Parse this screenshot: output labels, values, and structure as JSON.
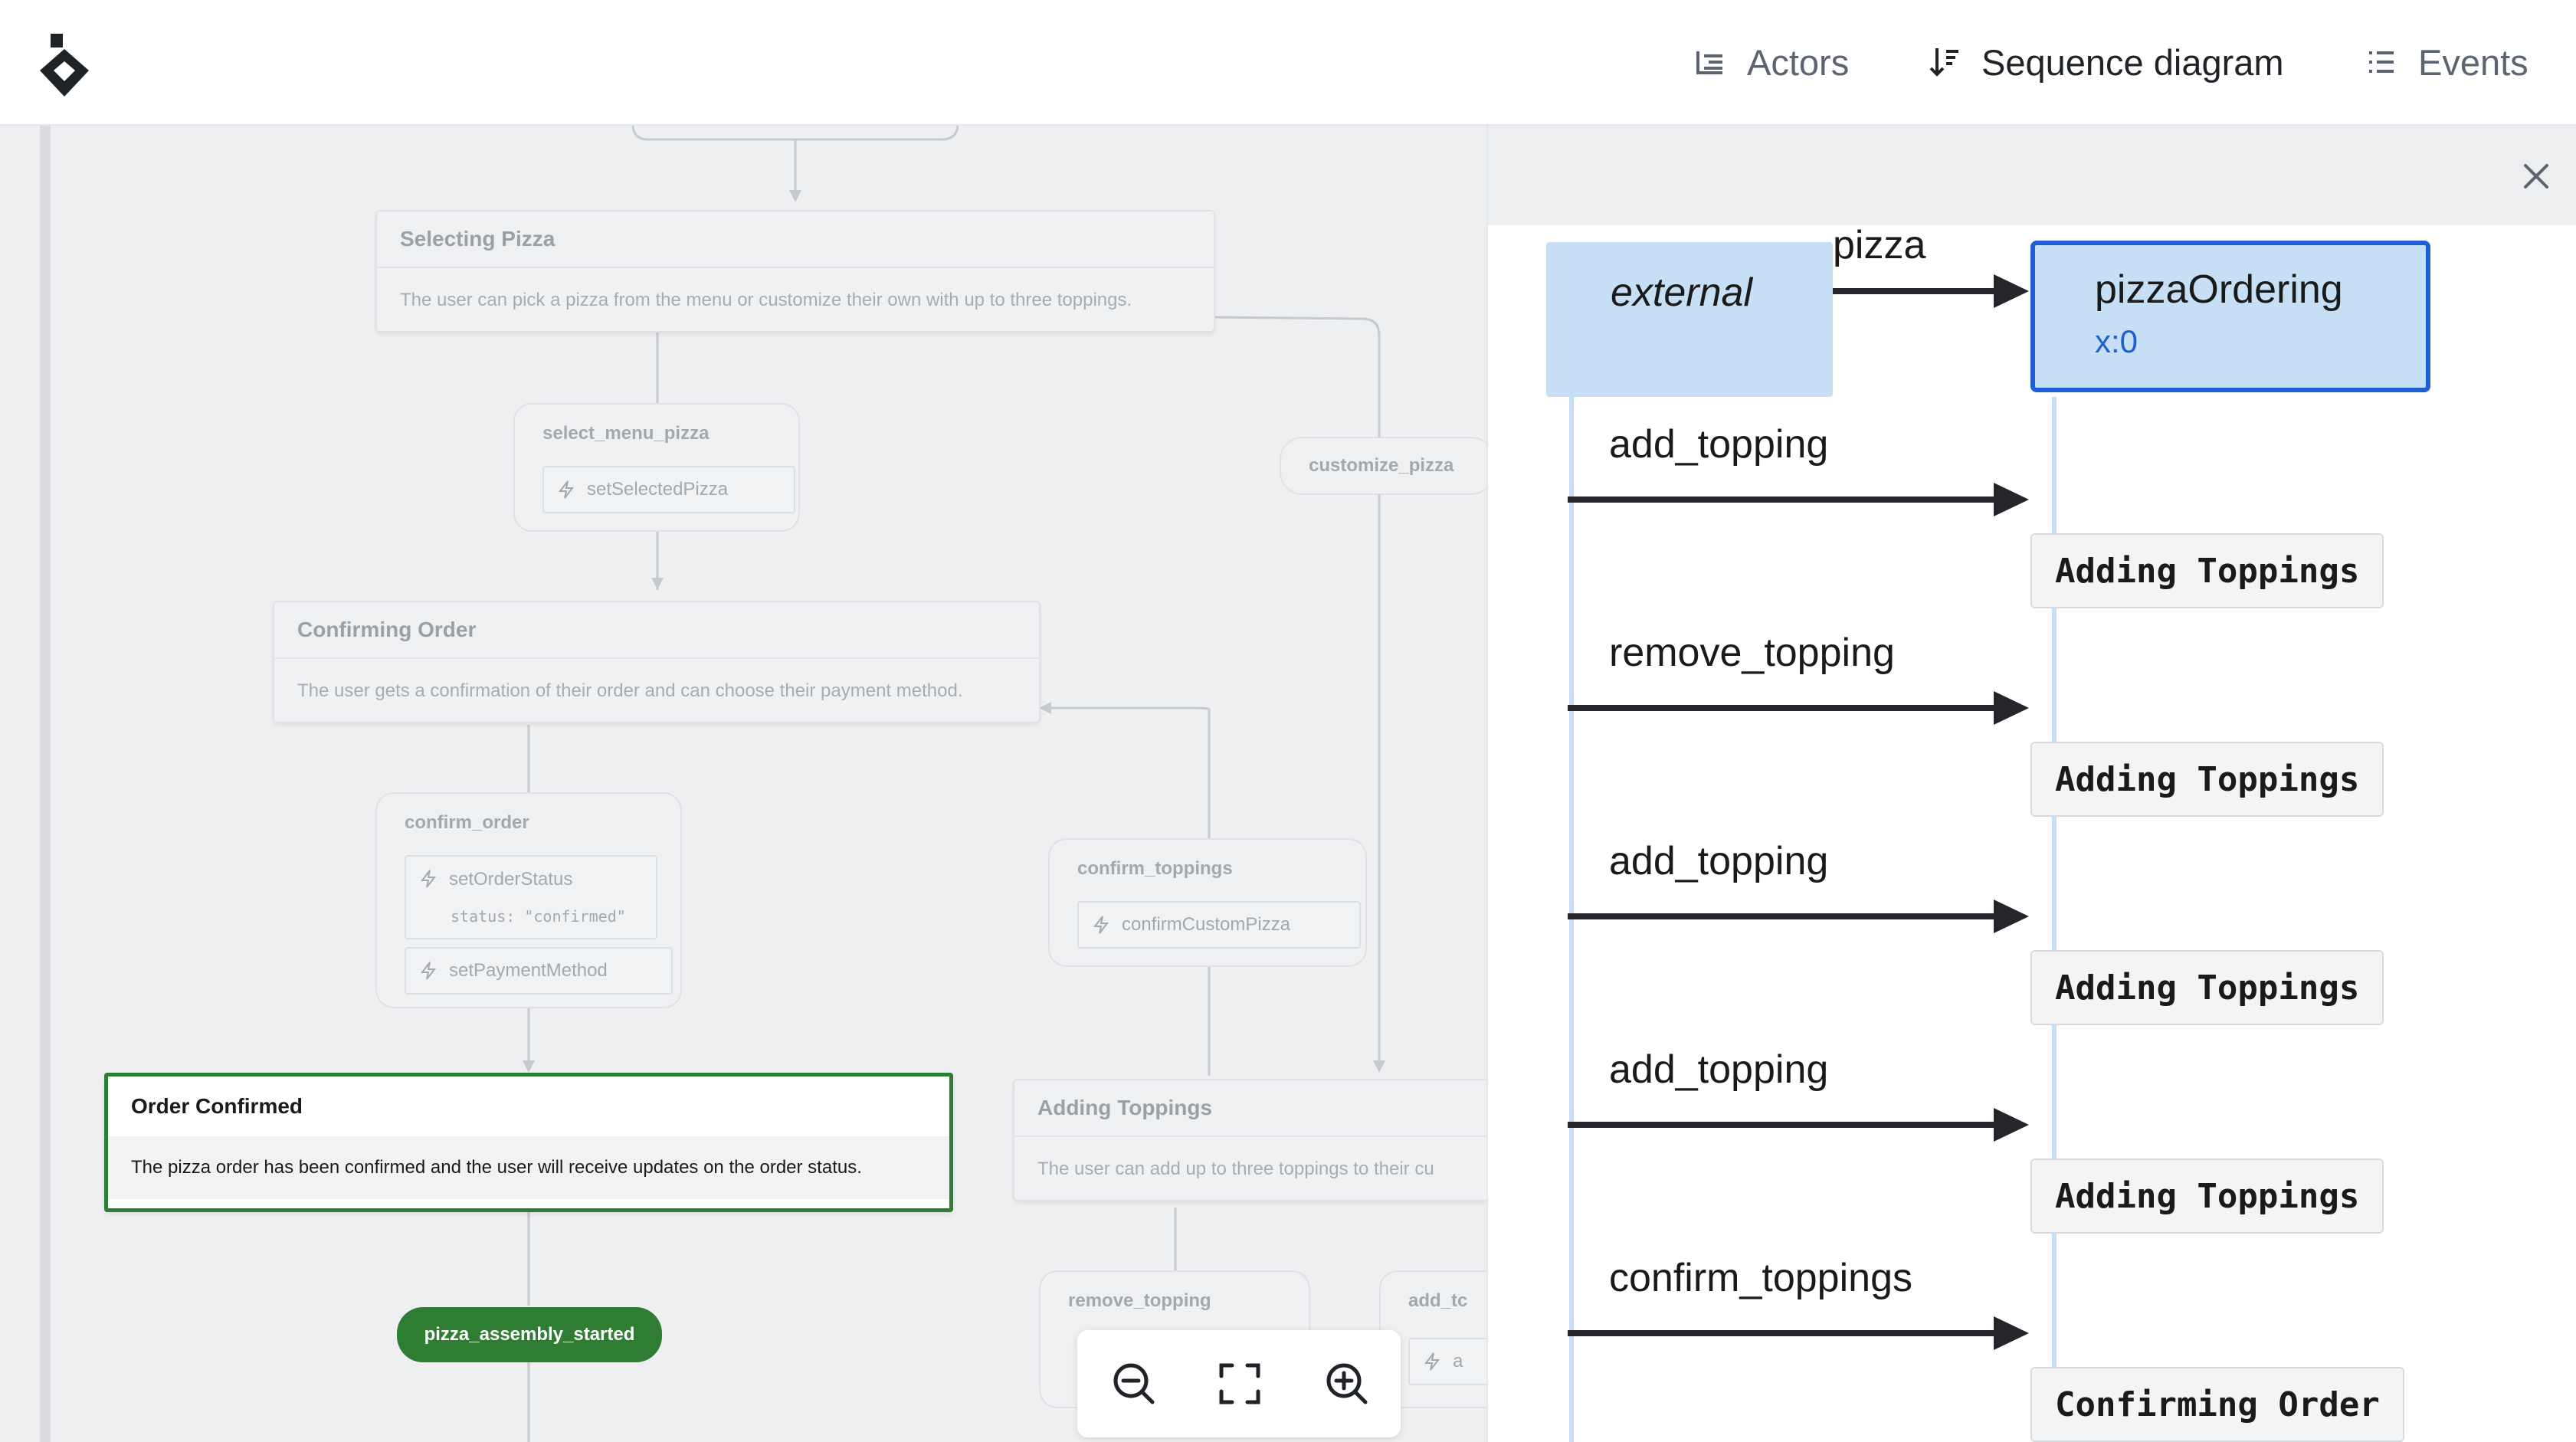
{
  "nav": {
    "actors": "Actors",
    "sequence": "Sequence diagram",
    "events": "Events"
  },
  "states": {
    "selecting_pizza": {
      "title": "Selecting Pizza",
      "desc": "The user can pick a pizza from the menu or customize their own with up to three toppings."
    },
    "confirming_order": {
      "title": "Confirming Order",
      "desc": "The user gets a confirmation of their order and can choose their payment method."
    },
    "order_confirmed": {
      "title": "Order Confirmed",
      "desc": "The pizza order has been confirmed and the user will receive updates on the order status."
    },
    "adding_toppings": {
      "title": "Adding Toppings",
      "desc": "The user can add up to three toppings to their cu"
    }
  },
  "events": {
    "select_menu_pizza": {
      "label": "select_menu_pizza",
      "action": "setSelectedPizza"
    },
    "customize_pizza": {
      "label": "customize_pizza"
    },
    "confirm_order": {
      "label": "confirm_order",
      "action1": "setOrderStatus",
      "param": "status: \"confirmed\"",
      "action2": "setPaymentMethod"
    },
    "confirm_toppings": {
      "label": "confirm_toppings",
      "action": "confirmCustomPizza"
    },
    "remove_topping": {
      "label": "remove_topping"
    },
    "add_topping_partial": {
      "label": "add_tc",
      "action": "a"
    },
    "pizza_assembly_started": {
      "label": "pizza_assembly_started"
    }
  },
  "sequence": {
    "actor_external": "external",
    "actor_main": "pizzaOrdering",
    "actor_main_sub": "x:0",
    "header_msg_partial": "pizza",
    "messages": [
      {
        "label": "add_topping",
        "state": "Adding Toppings"
      },
      {
        "label": "remove_topping",
        "state": "Adding Toppings"
      },
      {
        "label": "add_topping",
        "state": "Adding Toppings"
      },
      {
        "label": "add_topping",
        "state": "Adding Toppings"
      },
      {
        "label": "confirm_toppings",
        "state": "Confirming Order"
      }
    ]
  },
  "colors": {
    "selected_border": "#2e7d32",
    "actor_fill": "#c7dff4",
    "actor_active_border": "#1f5fd6",
    "arrow": "#24262b"
  }
}
